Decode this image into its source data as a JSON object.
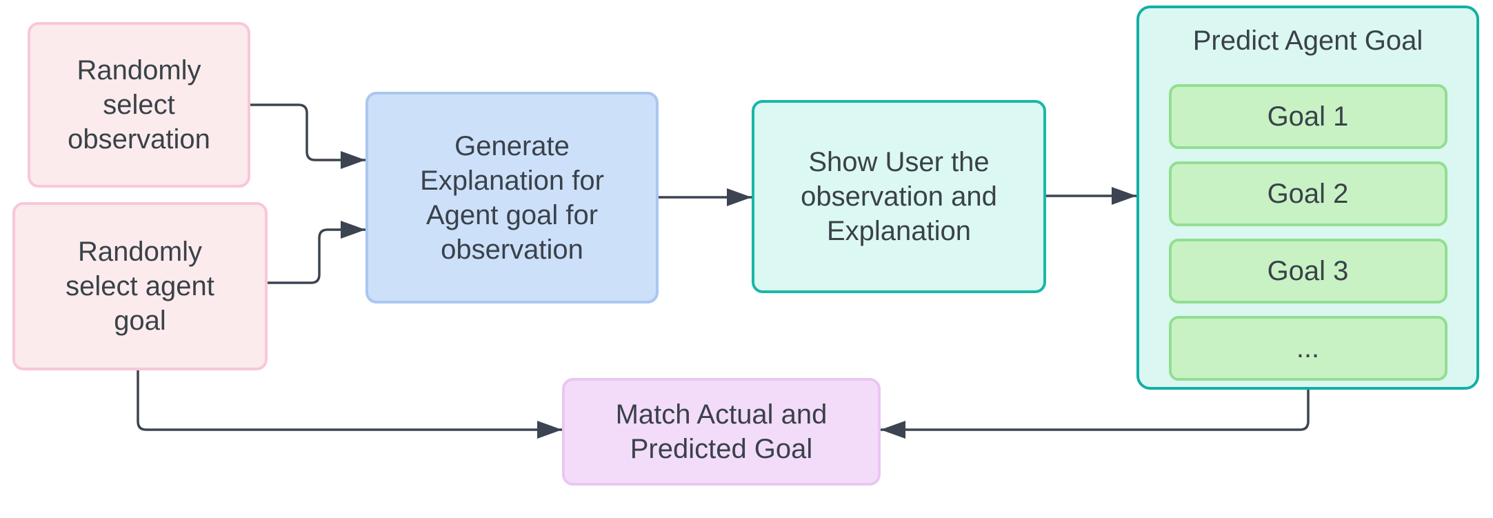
{
  "diagram": {
    "nodes": {
      "select_observation": {
        "label": "Randomly select observation"
      },
      "select_agent_goal": {
        "label": "Randomly select agent goal"
      },
      "generate_explanation": {
        "label": "Generate Explanation for Agent goal for observation"
      },
      "show_user": {
        "label": "Show User the observation and Explanation"
      },
      "predict_goal": {
        "title": "Predict Agent Goal",
        "options": [
          "Goal 1",
          "Goal 2",
          "Goal 3",
          "..."
        ]
      },
      "match_goal": {
        "label": "Match Actual and Predicted Goal"
      }
    },
    "colors": {
      "background": "#ffffff",
      "connector": "#3B4450",
      "text": "#3A4149",
      "pink_fill": "#FBEBEC",
      "pink_border": "#F8C7D8",
      "blue_fill": "#CCE0F9",
      "blue_border": "#A9C7F0",
      "teal_fill": "#DCF8F2",
      "teal_border": "#18B7A8",
      "green_container_fill": "#DBF7F1",
      "green_container_border": "#12AFA4",
      "goal_fill": "#C8F2C4",
      "goal_border": "#92DE92",
      "purple_fill": "#F3DCFA",
      "purple_border": "#EAC6F2"
    }
  }
}
